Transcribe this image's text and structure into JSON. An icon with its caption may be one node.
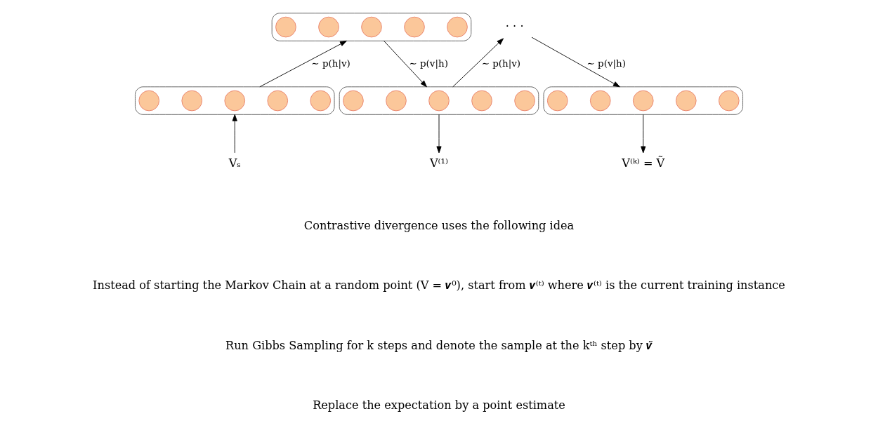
{
  "diagram": {
    "nodes": [
      {
        "text": [],
        "shape": "box"
      },
      {
        "text": [],
        "shape": "circle",
        "in": 0
      },
      {
        "text": [],
        "shape": "circle",
        "in": 0
      },
      {
        "text": [],
        "shape": "circle",
        "in": 0
      },
      {
        "text": [],
        "shape": "circle",
        "in": 0
      },
      {
        "text": [],
        "shape": "circle",
        "in": 0
      },
      {
        "text": [
          "· · ·"
        ]
      },
      {
        "text": [],
        "shape": "box"
      },
      {
        "text": [],
        "shape": "circle",
        "in": 7
      },
      {
        "text": [],
        "shape": "circle",
        "in": 7
      },
      {
        "text": [],
        "shape": "circle",
        "in": 7
      },
      {
        "text": [],
        "shape": "circle",
        "in": 7
      },
      {
        "text": [],
        "shape": "circle",
        "in": 7
      },
      {
        "text": [],
        "shape": "box"
      },
      {
        "text": [],
        "shape": "circle",
        "in": 13
      },
      {
        "text": [],
        "shape": "circle",
        "in": 13
      },
      {
        "text": [],
        "shape": "circle",
        "in": 13
      },
      {
        "text": [],
        "shape": "circle",
        "in": 13
      },
      {
        "text": [],
        "shape": "circle",
        "in": 13
      },
      {
        "text": [],
        "shape": "box"
      },
      {
        "text": [],
        "shape": "circle",
        "in": 19
      },
      {
        "text": [],
        "shape": "circle",
        "in": 19
      },
      {
        "text": [],
        "shape": "circle",
        "in": 19
      },
      {
        "text": [],
        "shape": "circle",
        "in": 19
      },
      {
        "text": [],
        "shape": "circle",
        "in": 19
      },
      {
        "text": [
          "Vₛ"
        ]
      },
      {
        "text": [
          "V⁽¹⁾"
        ]
      },
      {
        "text": [
          "V⁽ᵏ⁾ = Ṽ"
        ]
      }
    ],
    "edges": [
      {
        "from": 7,
        "to": 0,
        "arrow": "to",
        "label": "∼ p(h|v)"
      },
      {
        "from": 0,
        "to": 13,
        "arrow": "to",
        "label": "∼ p(v|h)"
      },
      {
        "from": 13,
        "to": 6,
        "arrow": "to",
        "label": "∼ p(h|v)"
      },
      {
        "from": 6,
        "to": 19,
        "arrow": "to",
        "label": "∼ p(v|h)"
      },
      {
        "from": 25,
        "to": 7,
        "arrow": "to"
      },
      {
        "from": 13,
        "to": 26,
        "arrow": "to"
      },
      {
        "from": 19,
        "to": 27,
        "arrow": "to"
      }
    ],
    "labels": [
      "Contrastive divergence uses the following idea",
      "Instead of starting the Markov Chain at a random point (V = 𝒗⁰), start from 𝒗⁽ᵗ⁾ where 𝒗⁽ᵗ⁾ is the current training instance",
      "Run Gibbs Sampling for k steps and denote the sample at the kᵗʰ step by 𝒗̃",
      "Replace the expectation by a point estimate"
    ]
  }
}
